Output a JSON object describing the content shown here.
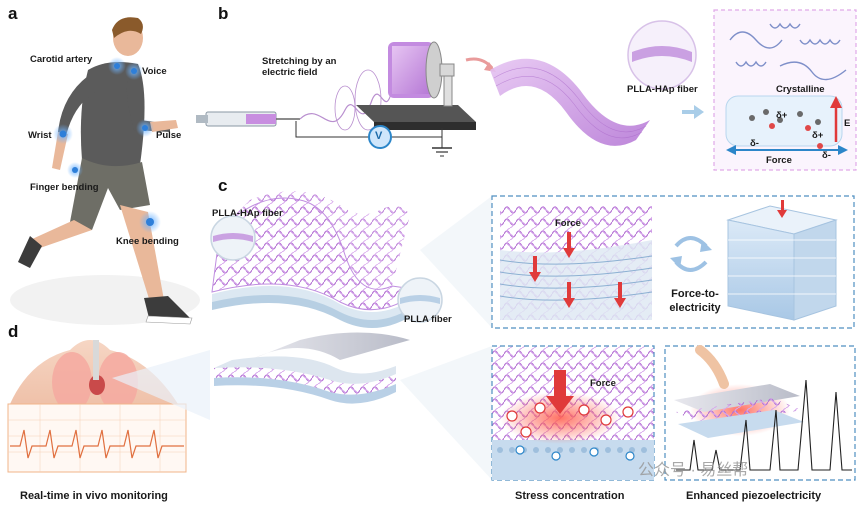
{
  "panels": {
    "a": "a",
    "b": "b",
    "c": "c",
    "d": "d"
  },
  "panel_a": {
    "carotid": "Carotid artery",
    "voice": "Voice",
    "wrist": "Wrist",
    "pulse": "Pulse",
    "finger": "Finger bending",
    "knee": "Knee bending"
  },
  "panel_b": {
    "stretch": "Stretching by an electric field",
    "voltage": "V",
    "fiber": "PLLA-HAp fiber",
    "crystalline": "Crystalline",
    "delta_plus": "δ+",
    "delta_minus": "δ-",
    "force": "Force",
    "field": "E"
  },
  "panel_c": {
    "hap_fiber": "PLLA-HAp fiber",
    "plla_fiber": "PLLA fiber",
    "force": "Force",
    "conversion_line1": "Force-to-",
    "conversion_line2": "electricity"
  },
  "panel_d": {
    "monitoring": "Real-time in vivo monitoring",
    "force": "Force",
    "stress": "Stress concentration",
    "enhanced": "Enhanced piezoelectricity",
    "watermark": "公众号 · 易丝帮"
  },
  "colors": {
    "fiber": "#c98fe0",
    "accent_red": "#e03a3a",
    "dash_blue": "#4f8fc0",
    "field_blue": "#2c86c9"
  }
}
